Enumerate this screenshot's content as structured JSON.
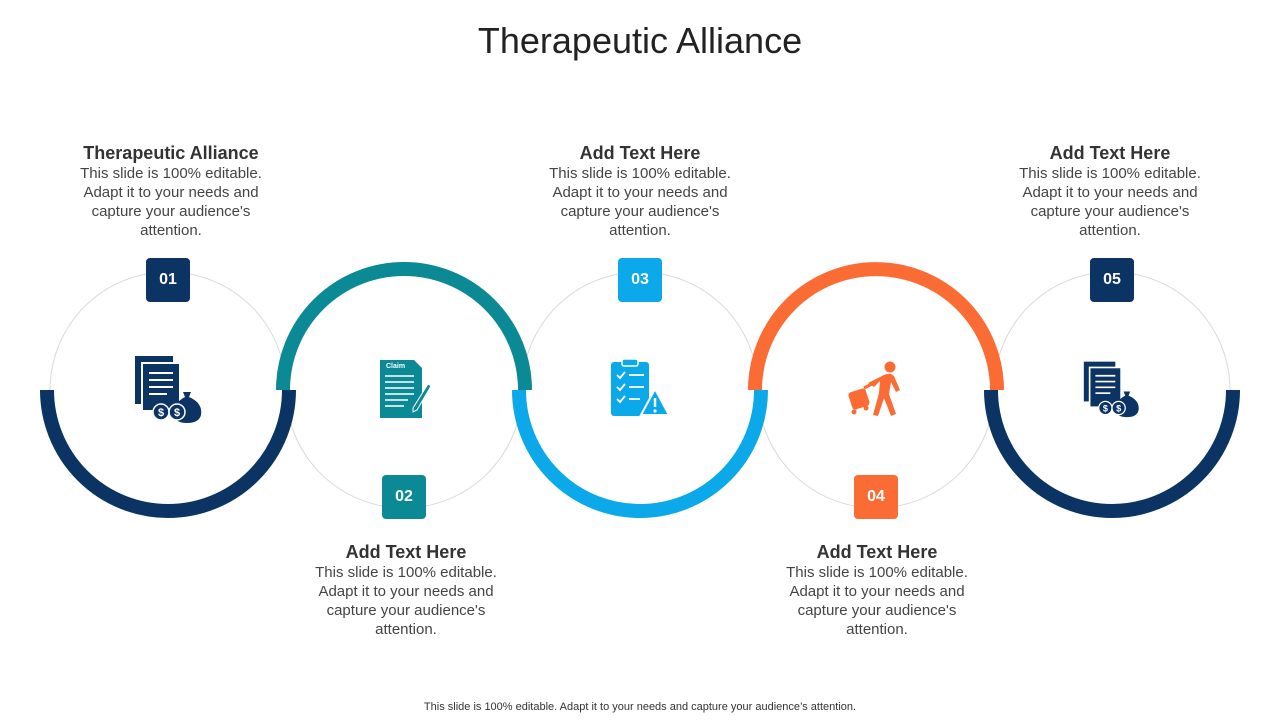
{
  "title": "Therapeutic Alliance",
  "colors": {
    "navy": "#0b3464",
    "teal": "#0b8a96",
    "sky": "#0ca9ea",
    "orange": "#fb6c34",
    "ring": "#d9d9d9"
  },
  "steps": [
    {
      "number": "01",
      "heading": "Therapeutic Alliance",
      "body": "This slide is 100% editable. Adapt it to your needs and capture your audience's attention.",
      "icon": "documents-money-icon",
      "color": "#0b3464"
    },
    {
      "number": "02",
      "heading": "Add Text Here",
      "body": "This slide is 100% editable. Adapt it to your needs and capture your audience's attention.",
      "icon": "claim-form-icon",
      "color": "#0b8a96",
      "icon_label": "Claim"
    },
    {
      "number": "03",
      "heading": "Add Text Here",
      "body": "This slide is 100% editable. Adapt it to your needs and capture your audience's attention.",
      "icon": "checklist-warning-icon",
      "color": "#0ca9ea"
    },
    {
      "number": "04",
      "heading": "Add Text Here",
      "body": "This slide is 100% editable. Adapt it to your needs and capture your audience's attention.",
      "icon": "traveler-luggage-icon",
      "color": "#fb6c34"
    },
    {
      "number": "05",
      "heading": "Add Text Here",
      "body": "This slide is 100% editable. Adapt it to your needs and capture your audience's attention.",
      "icon": "documents-money-icon",
      "color": "#0b3464"
    }
  ],
  "footer": "This slide is 100% editable. Adapt it to your needs and capture your audience’s attention."
}
